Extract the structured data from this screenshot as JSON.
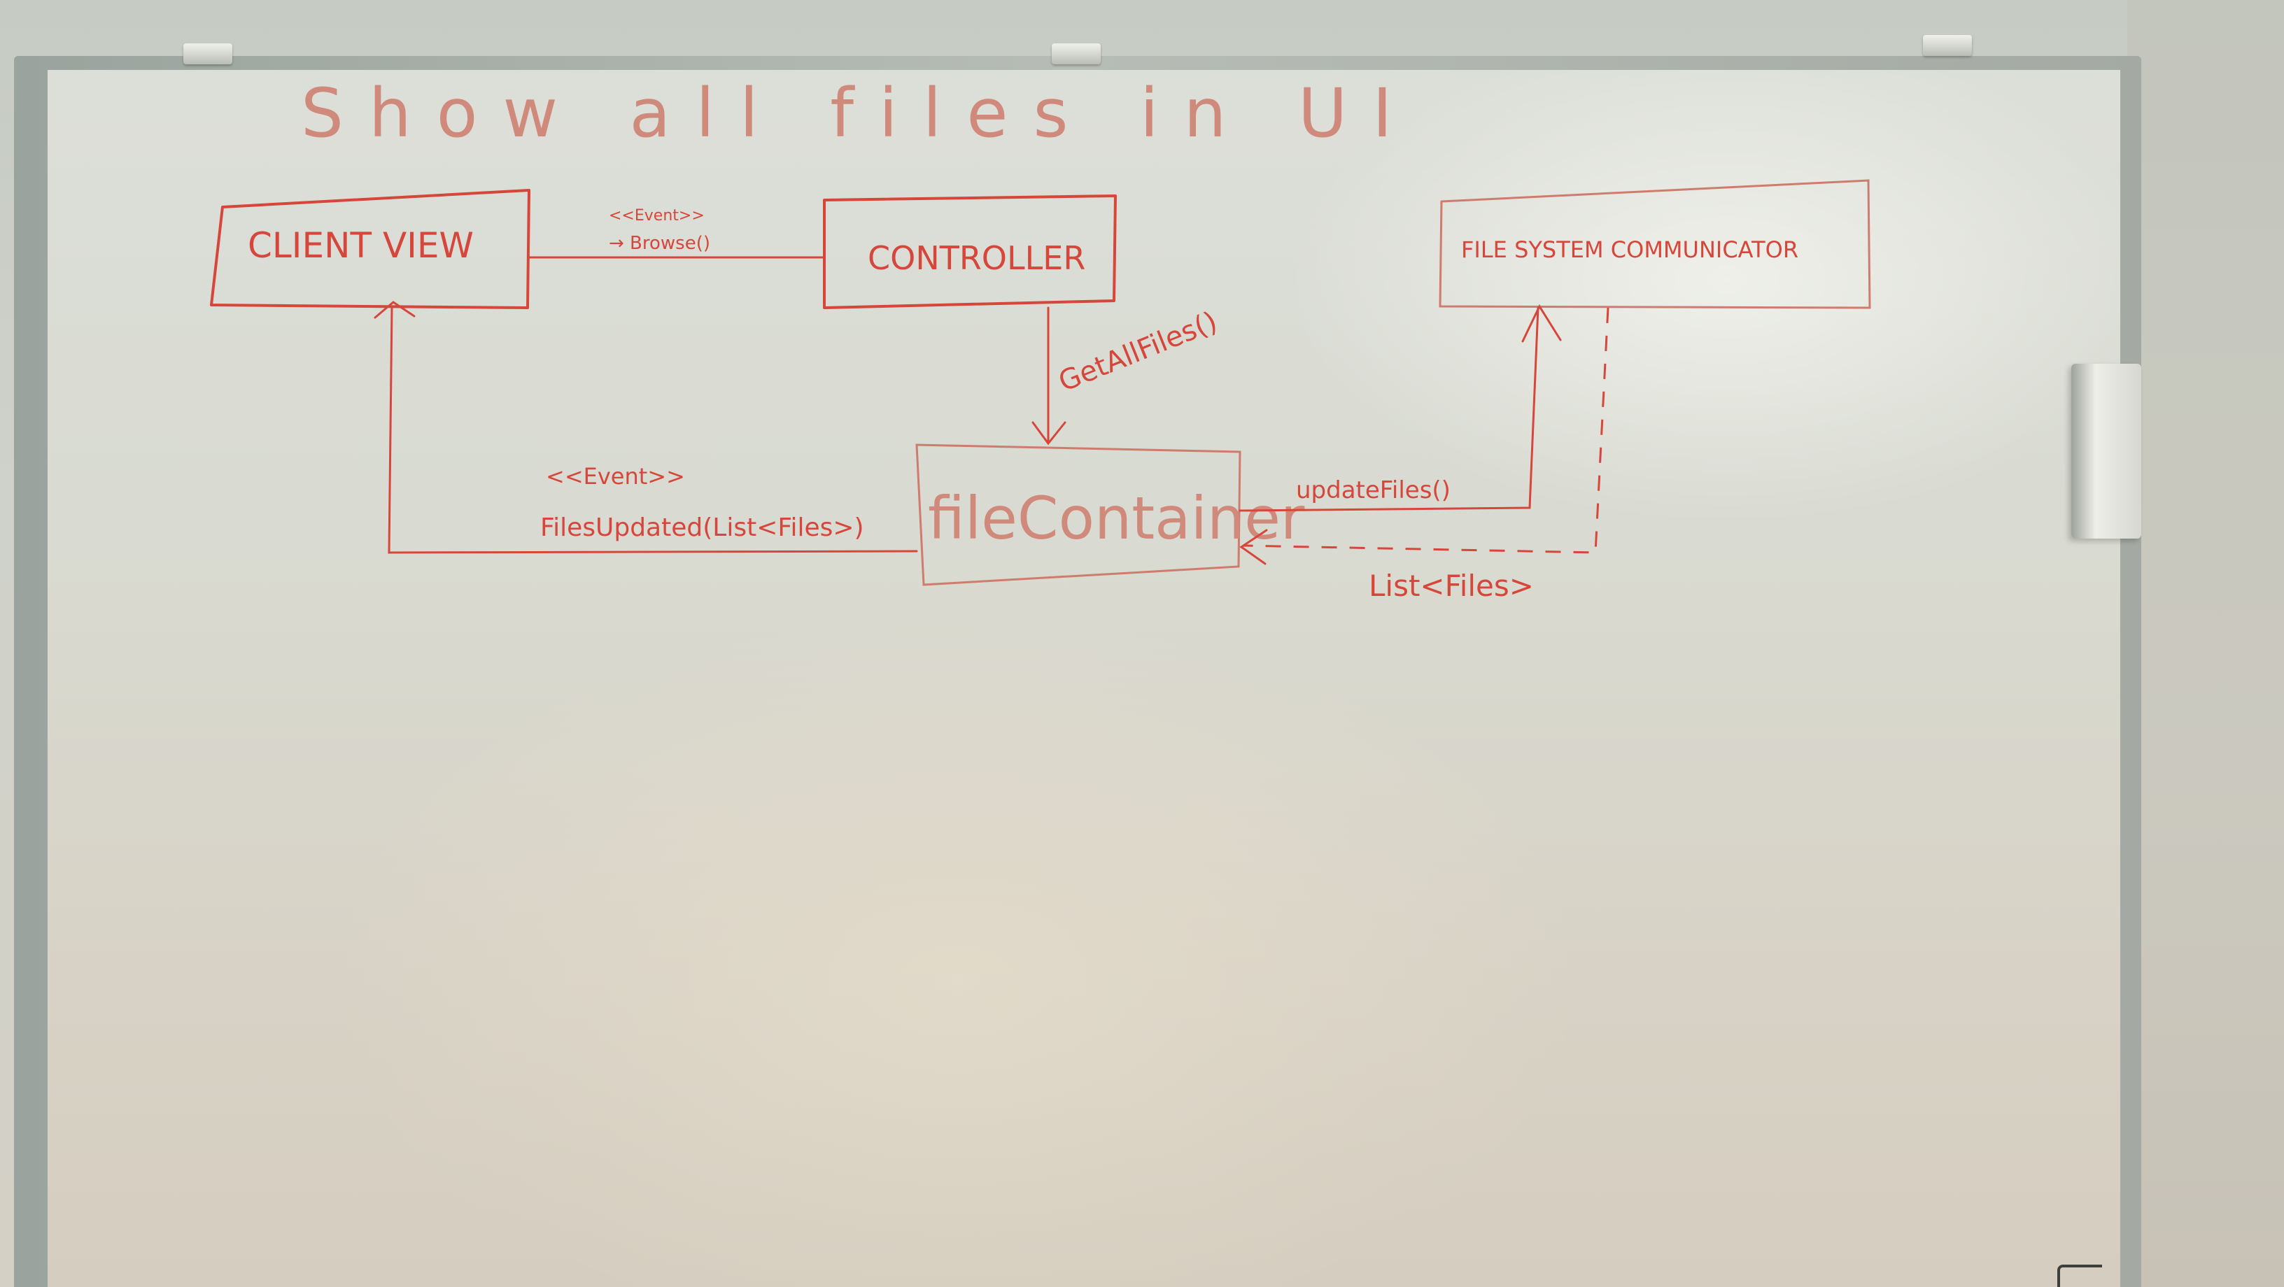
{
  "title": "Show all files in UI",
  "nodes": {
    "client_view": "CLIENT VIEW",
    "controller": "CONTROLLER",
    "file_system_communicator": "FILE SYSTEM COMMUNICATOR",
    "file_container": "fileContainer"
  },
  "edges": {
    "client_to_controller_stereotype": "<<Event>>",
    "client_to_controller_label": "→ Browse()",
    "controller_to_container": "GetAllFiles()",
    "container_to_client_stereotype": "<<Event>>",
    "container_to_client_label": "FilesUpdated(List<Files>)",
    "container_to_fsc": "updateFiles()",
    "fsc_to_container": "List<Files>"
  },
  "colors": {
    "ink": "#d6463a",
    "board": "#dcdfd8"
  }
}
